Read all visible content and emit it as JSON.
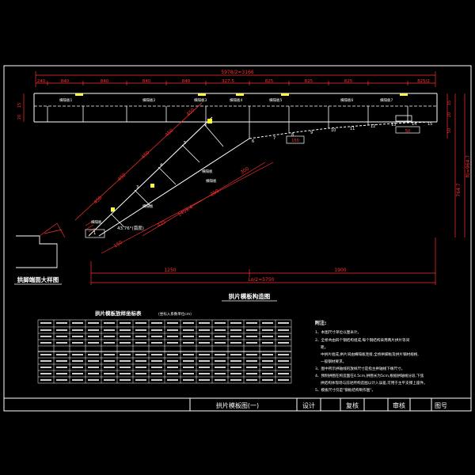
{
  "drawing": {
    "top_total_dim": "5978/2=3166",
    "top_segments": [
      "240",
      "840",
      "840",
      "840",
      "840",
      "327.5",
      "825",
      "825",
      "825",
      "825/2"
    ],
    "left_dims": [
      "15",
      "20"
    ],
    "right_dims": [
      "15",
      "20",
      "50"
    ],
    "right_tall_dims": [
      "764.7",
      "f0=964.7"
    ],
    "diag_dims": [
      "450",
      "450",
      "450",
      "450",
      "450"
    ],
    "diag_lower_dims": [
      "1459.4",
      "425",
      "250"
    ],
    "diag_small_dims": [
      "150",
      "300"
    ],
    "angle_label": "43.76°(弧度)",
    "bottom_dims": [
      "1250",
      "1900"
    ],
    "bottom_total_dim": "Lo/2=5750",
    "small_box_dims": [
      "150",
      "50"
    ],
    "node_numbers": [
      "1",
      "2",
      "3",
      "4",
      "5",
      "6",
      "7",
      "8",
      "9",
      "10",
      "11",
      "12",
      "13",
      "14",
      "15"
    ],
    "tags": [
      "横隔板1",
      "横隔板2",
      "横隔板3",
      "横隔板4",
      "横隔板5",
      "横隔板6",
      "横隔板7",
      "横隔板",
      "横隔板",
      "横隔板",
      "横隔板"
    ]
  },
  "captions": {
    "detail_title": "拱脚端面大样图",
    "main_title": "拱片模板构造图"
  },
  "table": {
    "title": "拱片模板放样坐标表",
    "subtitle": "(坐标入系数单位cm)"
  },
  "notes": {
    "heading": "附注:",
    "items": [
      "1、本图尺寸单位以厘米计。",
      "2、全桥共由四个钢结构组成,每个钢结构采用两片拱片等间",
      "距。",
      "中拱片组成,拱片间由横隔板连接,全桥拱脚板及拱片钢材规格,",
      "一般钢材要求。",
      "3、图中所示拱轴线的放样尺寸是指主拱轴线下缘尺寸。",
      "4、预制拱圈在构造面在4.5cm,拱圈长为5cm,根据拱轴线分段,下弦",
      "拱结构体现场与前述所构造图以计入误差,可用于主平支撑上座件。",
      "5、模板尺寸仅是\"钢板结构制作图\"。"
    ]
  },
  "title_block": {
    "drawing_name": "拱片模板图(一)",
    "design": "设计",
    "review": "复核",
    "approve": "审核",
    "sheet": "图号"
  }
}
